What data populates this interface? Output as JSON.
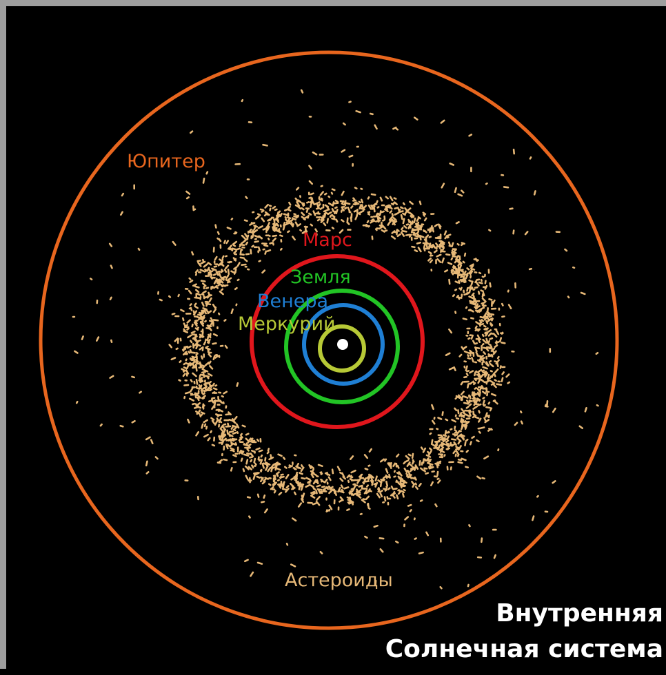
{
  "title": {
    "line1": "Внутренняя",
    "line2": "Солнечная система"
  },
  "orbits": [
    {
      "key": "mercury",
      "label": "Меркурий",
      "color": "#b7c936"
    },
    {
      "key": "venus",
      "label": "Венера",
      "color": "#1f7fd4"
    },
    {
      "key": "earth",
      "label": "Земля",
      "color": "#22c425"
    },
    {
      "key": "mars",
      "label": "Марс",
      "color": "#e0161c"
    },
    {
      "key": "jupiter",
      "label": "Юпитер",
      "color": "#e8661e"
    }
  ],
  "asteroids": {
    "label": "Астероиды",
    "color": "#e6b877"
  },
  "sun": {
    "color": "#ffffff"
  },
  "colors": {
    "background": "#000000",
    "frame": "#9e9e9e"
  }
}
